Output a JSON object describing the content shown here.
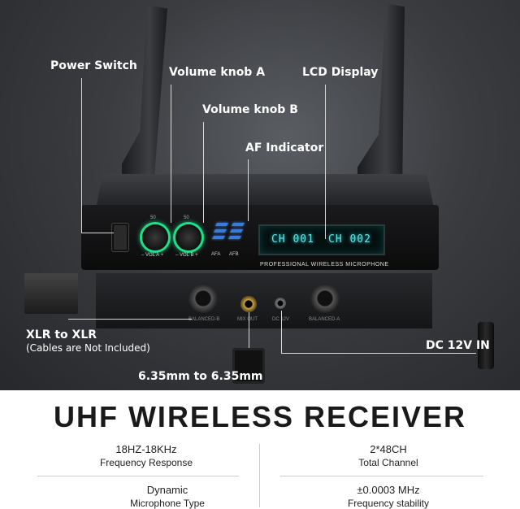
{
  "callouts": {
    "power_switch": "Power Switch",
    "volume_a": "Volume knob A",
    "volume_b": "Volume knob B",
    "af_indicator": "AF Indicator",
    "lcd_display": "LCD Display",
    "xlr_title": "XLR to XLR",
    "xlr_note": "(Cables are Not Included)",
    "jack": "6.35mm to 6.35mm",
    "dc": "DC 12V IN"
  },
  "device": {
    "lcd_a": "CH 001",
    "lcd_b": "CH 002",
    "knob_a_label": "– VOL A +",
    "knob_b_label": "– VOL B +",
    "knob_scale": "50",
    "af_a": "AFA",
    "af_b": "AFB",
    "brand_strip": "PROFESSIONAL WIRELESS MICROPHONE",
    "rear_labels": [
      "BALANCED-B",
      "MIX OUT",
      "DC 12V",
      "BALANCED-A"
    ]
  },
  "headline": "UHF WIRELESS RECEIVER",
  "specs": [
    {
      "value": "18HZ-18KHz",
      "label": "Frequency Response"
    },
    {
      "value": "2*48CH",
      "label": "Total Channel"
    },
    {
      "value": "Dynamic",
      "label": "Microphone Type"
    },
    {
      "value": "±0.0003 MHz",
      "label": "Frequency stability"
    }
  ],
  "colors": {
    "knob_ring": "#1ee08a",
    "lcd_text": "#5fe4e6",
    "af_leds": "#3b7bd8",
    "headline": "#1a1a1a"
  }
}
